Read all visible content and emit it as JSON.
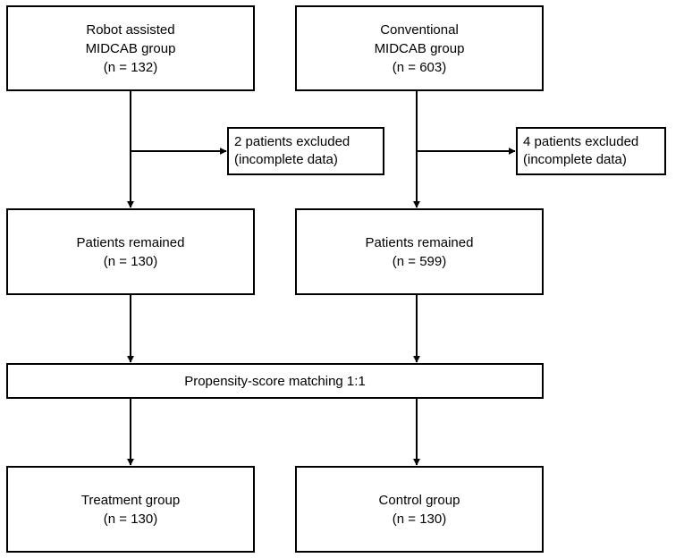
{
  "robot": {
    "line1": "Robot assisted",
    "line2": "MIDCAB group",
    "line3": "(n = 132)"
  },
  "conventional": {
    "line1": "Conventional",
    "line2": "MIDCAB group",
    "line3": "(n = 603)"
  },
  "excluded_left": {
    "line1": "2 patients excluded",
    "line2": "(incomplete data)"
  },
  "excluded_right": {
    "line1": "4 patients excluded",
    "line2": "(incomplete data)"
  },
  "remained_left": {
    "line1": "Patients remained",
    "line2": "(n = 130)"
  },
  "remained_right": {
    "line1": "Patients remained",
    "line2": "(n = 599)"
  },
  "matching": {
    "label": "Propensity-score matching 1:1"
  },
  "treatment": {
    "line1": "Treatment group",
    "line2": "(n = 130)"
  },
  "control": {
    "line1": "Control group",
    "line2": "(n = 130)"
  }
}
